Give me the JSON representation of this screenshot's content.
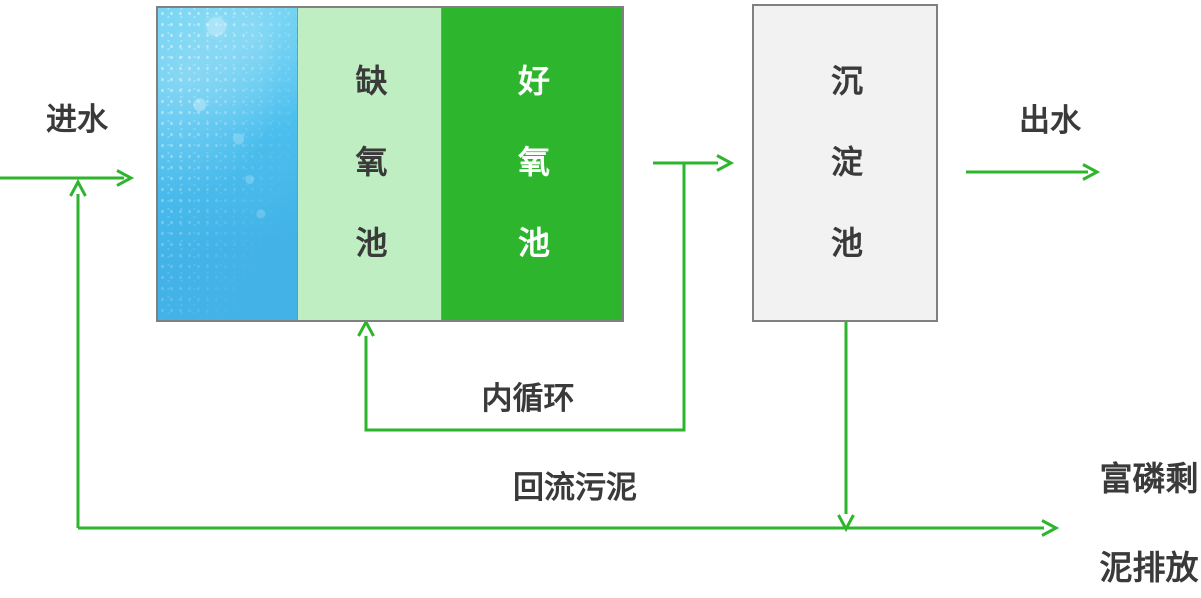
{
  "colors": {
    "arrow-green": "#2eb52e",
    "aerobic-green": "#2db52d",
    "anoxic-green": "#bfeec3",
    "settle-fill": "#f2f2f2",
    "box-border": "#808080",
    "text-dark": "#3a3a3a",
    "water-top": "#6ad2f3",
    "water-mid": "#4cc0ee",
    "water-deep": "#43b3e7",
    "aerobic-label-color": "#ffffff"
  },
  "tanks": {
    "anoxic": "缺氧池",
    "aerobic": "好氧池",
    "settling": "沉淀池"
  },
  "labels": {
    "influent": "进水",
    "effluent": "出水",
    "internal_recycle": "内循环",
    "return_sludge": "回流污泥",
    "sludge_discharge_line1": "富磷剩",
    "sludge_discharge_line2": "泥排放"
  }
}
